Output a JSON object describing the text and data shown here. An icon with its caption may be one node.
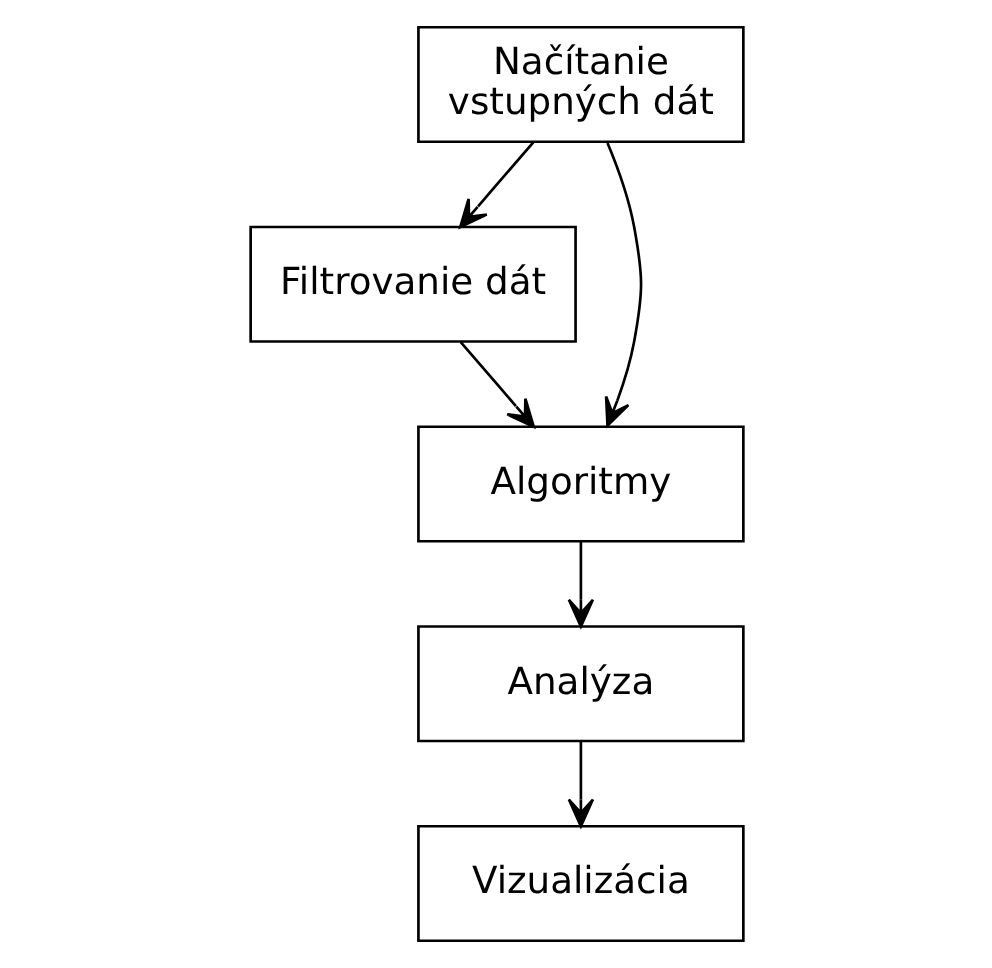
{
  "diagram": {
    "nodes": [
      {
        "text": [
          "Načítanie vstupných dát"
        ]
      },
      {
        "text": [
          "Filtrovanie dát"
        ]
      },
      {
        "text": [
          "Algoritmy"
        ]
      },
      {
        "text": [
          "Analýza"
        ]
      },
      {
        "text": [
          "Vizualizácia"
        ]
      }
    ],
    "edges": [
      {
        "from": 0,
        "to": 2,
        "arrow": "to"
      },
      {
        "from": 0,
        "to": 1,
        "arrow": "to"
      },
      {
        "from": 1,
        "to": 2,
        "arrow": "to"
      },
      {
        "from": 2,
        "to": 3,
        "arrow": "to"
      },
      {
        "from": 3,
        "to": 4,
        "arrow": "to"
      }
    ]
  }
}
